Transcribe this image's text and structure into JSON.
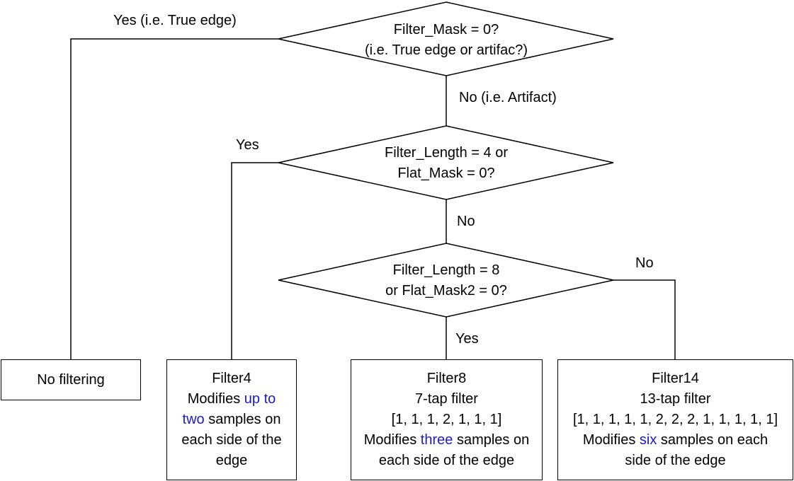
{
  "decision1": {
    "line1": "Filter_Mask = 0?",
    "line2": "(i.e. True edge or artifac?)"
  },
  "decision2": {
    "line1": "Filter_Length = 4 or",
    "line2": "Flat_Mask = 0?"
  },
  "decision3": {
    "line1": "Filter_Length = 8",
    "line2": "or Flat_Mask2 = 0?"
  },
  "edges": {
    "d1_yes": "Yes (i.e. True edge)",
    "d1_no": "No (i.e. Artifact)",
    "d2_yes": "Yes",
    "d2_no": "No",
    "d3_no": "No",
    "d3_yes": "Yes"
  },
  "box_nofilter": {
    "label": "No filtering"
  },
  "box_filter4": {
    "title": "Filter4",
    "l2_pre": "Modifies ",
    "l2_hl": "up to",
    "l3_hl": "two",
    "l3_post": " samples on",
    "l4": "each side of the",
    "l5": "edge"
  },
  "box_filter8": {
    "title": "Filter8",
    "l2": "7-tap filter",
    "l3": "[1, 1, 1, 2, 1, 1, 1]",
    "l4_pre": "Modifies ",
    "l4_hl": "three",
    "l4_post": " samples on",
    "l5": "each side of the edge"
  },
  "box_filter14": {
    "title": "Filter14",
    "l2": "13-tap filter",
    "l3": "[1, 1, 1, 1, 1, 2, 2, 2, 1, 1, 1, 1, 1]",
    "l4_pre": "Modifies ",
    "l4_hl": "six",
    "l4_post": " samples on each",
    "l5": "side of the edge"
  },
  "colors": {
    "line": "#000000",
    "highlight": "#1a1ad6"
  }
}
